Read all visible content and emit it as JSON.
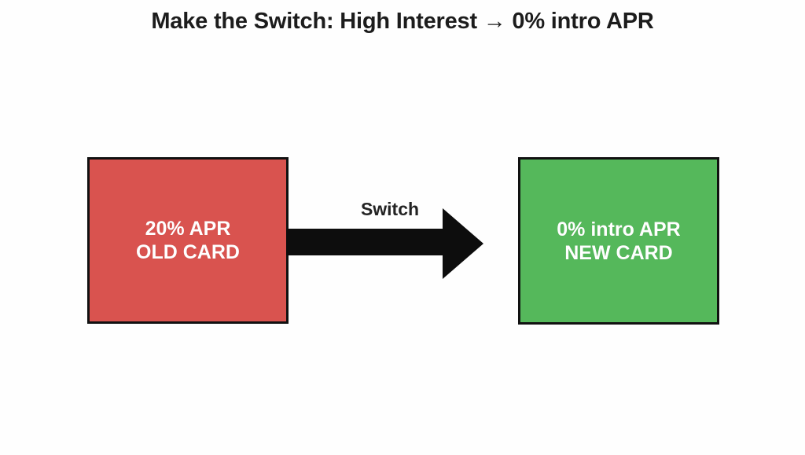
{
  "page": {
    "title": "Make the Switch: High Interest → 0% intro APR",
    "background_color": "#fefefe"
  },
  "diagram": {
    "old_card": {
      "line1": "20% APR",
      "line2": "OLD CARD",
      "fill_color": "#d9534f",
      "border_color": "#111111",
      "text_color": "#ffffff"
    },
    "new_card": {
      "line1": "0% intro APR",
      "line2": "NEW CARD",
      "fill_color": "#55b85b",
      "border_color": "#111111",
      "text_color": "#ffffff"
    },
    "connector": {
      "label": "Switch",
      "color": "#0d0d0d",
      "direction": "left-to-right"
    }
  }
}
